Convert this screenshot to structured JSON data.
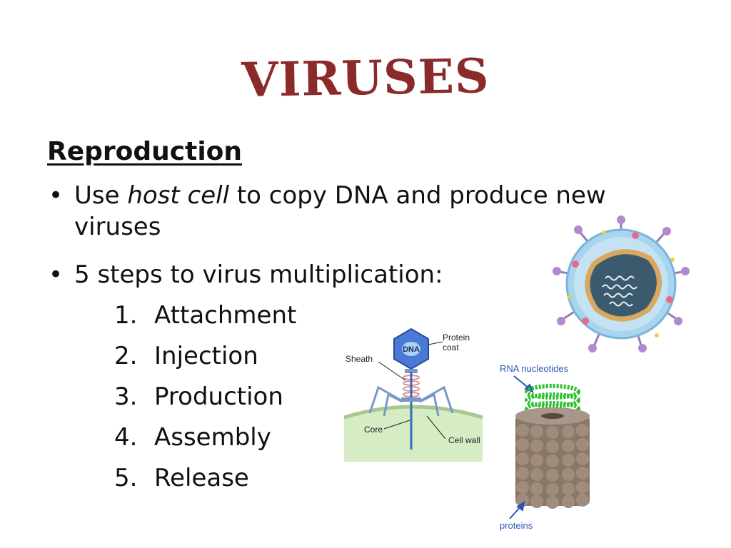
{
  "slide": {
    "title": "VIRUSES",
    "heading": "Reproduction",
    "bullets": {
      "b1_pre": "Use ",
      "b1_em": "host cell",
      "b1_post": " to copy DNA and produce new viruses",
      "b2": "5 steps to virus multiplication:"
    },
    "bullet_symbol": "•",
    "steps": {
      "s1": {
        "num": "1.",
        "label": "Attachment"
      },
      "s2": {
        "num": "2.",
        "label": "Injection"
      },
      "s3": {
        "num": "3.",
        "label": "Production"
      },
      "s4": {
        "num": "4.",
        "label": "Assembly"
      },
      "s5": {
        "num": "5.",
        "label": "Release"
      }
    }
  },
  "phage_diagram": {
    "dna": "DNA",
    "protein_coat_1": "Protein",
    "protein_coat_2": "coat",
    "sheath": "Sheath",
    "core": "Core",
    "cell_wall": "Cell wall"
  },
  "tmv_diagram": {
    "rna": "RNA nucleotides",
    "proteins": "proteins"
  },
  "colors": {
    "title": "#8b2a2a",
    "text": "#111111",
    "label_blue": "#2a55b8",
    "rna_green": "#2ec02e",
    "protein_brown": "#8a7866"
  }
}
